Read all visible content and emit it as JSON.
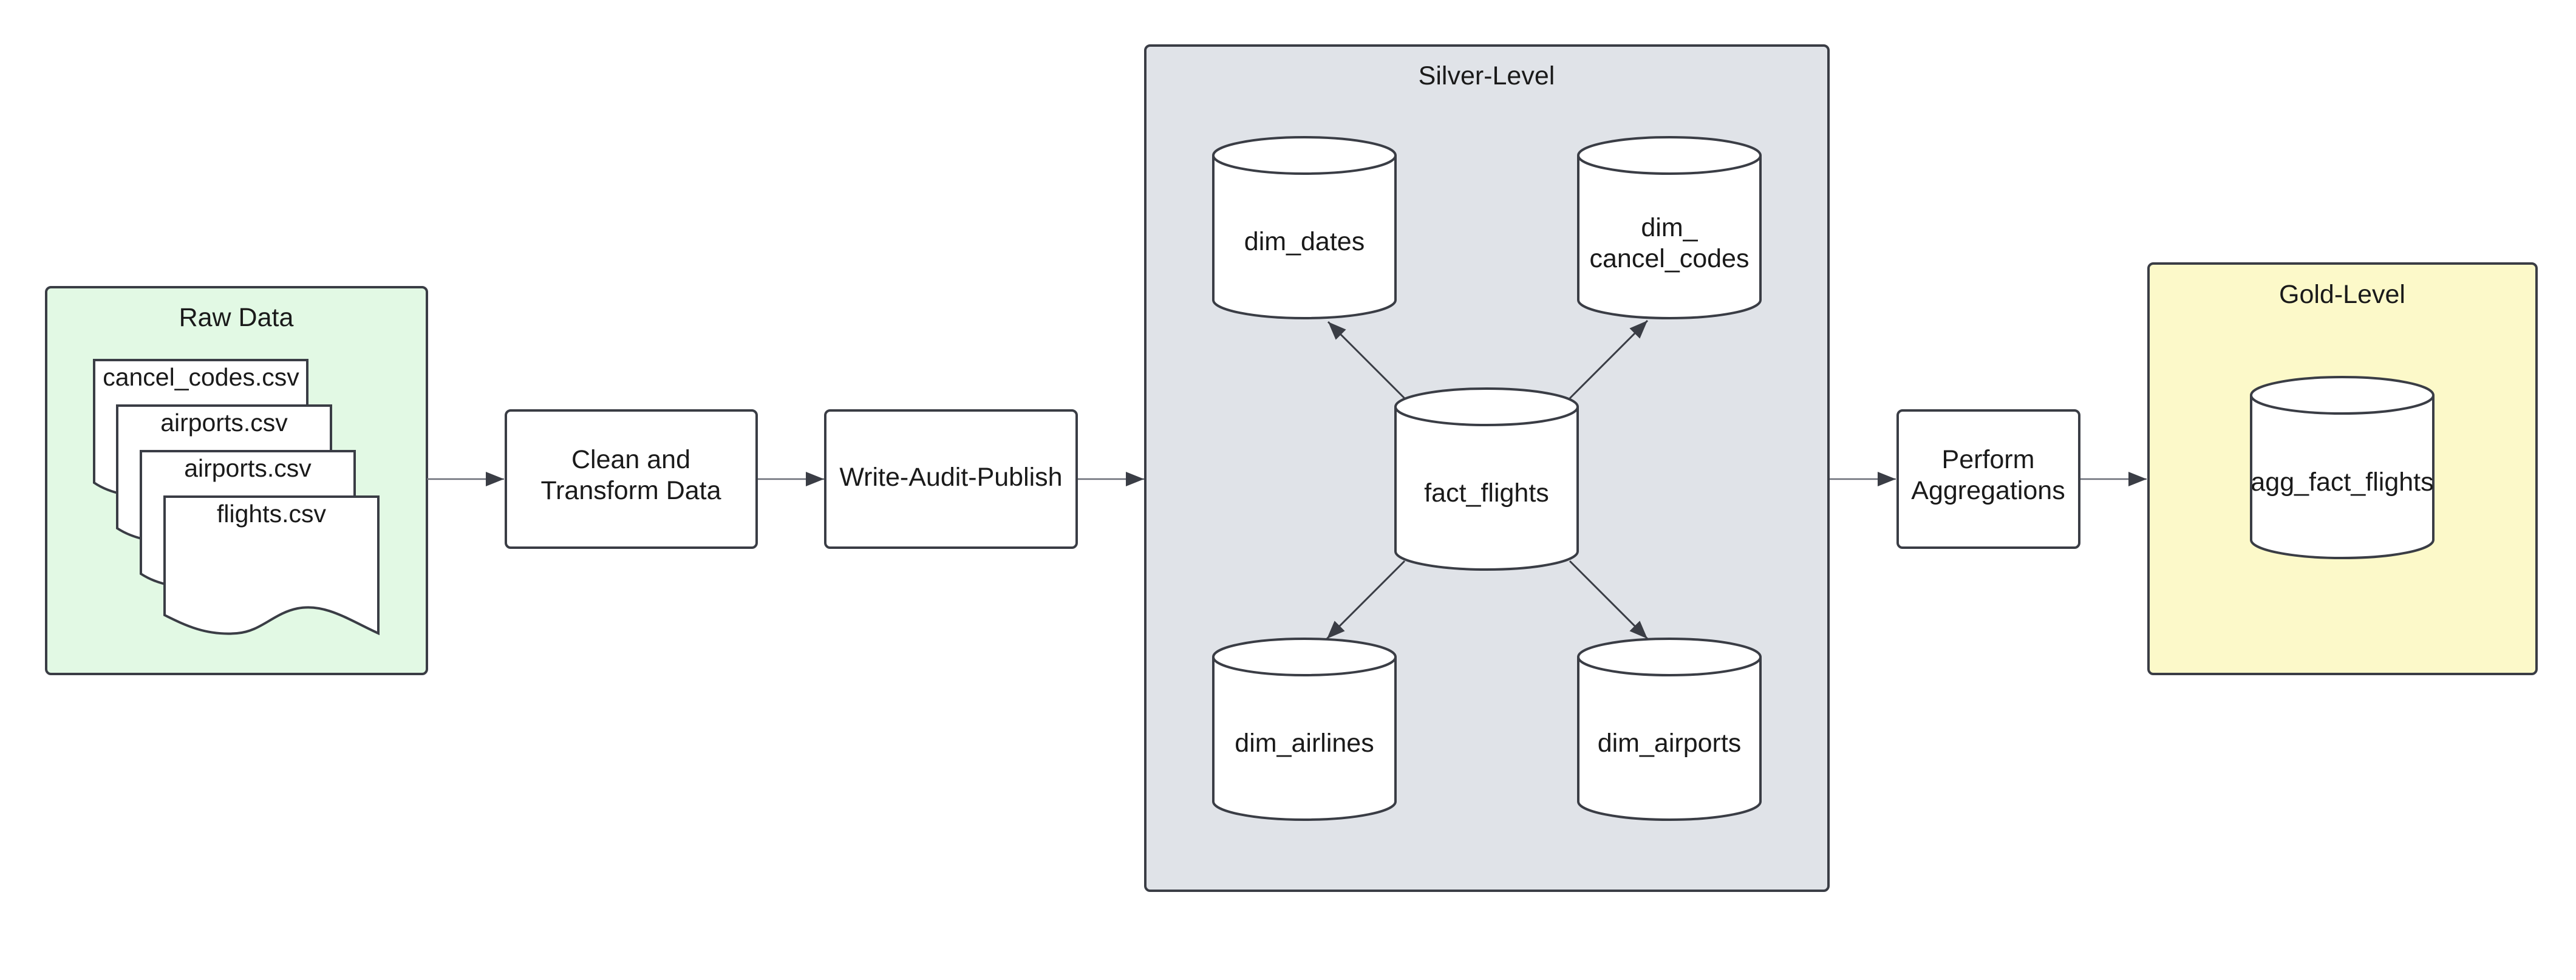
{
  "diagram": {
    "raw": {
      "title": "Raw Data",
      "files": [
        "cancel_codes.csv",
        "airports.csv",
        "airports.csv",
        "flights.csv"
      ]
    },
    "steps": {
      "clean_line1": "Clean and",
      "clean_line2": "Transform Data",
      "wap": "Write-Audit-Publish",
      "agg_line1": "Perform",
      "agg_line2": "Aggregations"
    },
    "silver": {
      "title": "Silver-Level",
      "tables": {
        "dim_dates": "dim_dates",
        "dim_cancel_line1": "dim_",
        "dim_cancel_line2": "cancel_codes",
        "fact_flights": "fact_flights",
        "dim_airlines": "dim_airlines",
        "dim_airports": "dim_airports"
      }
    },
    "gold": {
      "title": "Gold-Level",
      "table": "agg_fact_flights"
    }
  },
  "colors": {
    "raw_fill": "#e2f9e4",
    "silver_fill": "#e0e3e8",
    "gold_fill": "#fcf9c9",
    "stroke": "#3a3d45",
    "connector": "#6b6f78"
  }
}
